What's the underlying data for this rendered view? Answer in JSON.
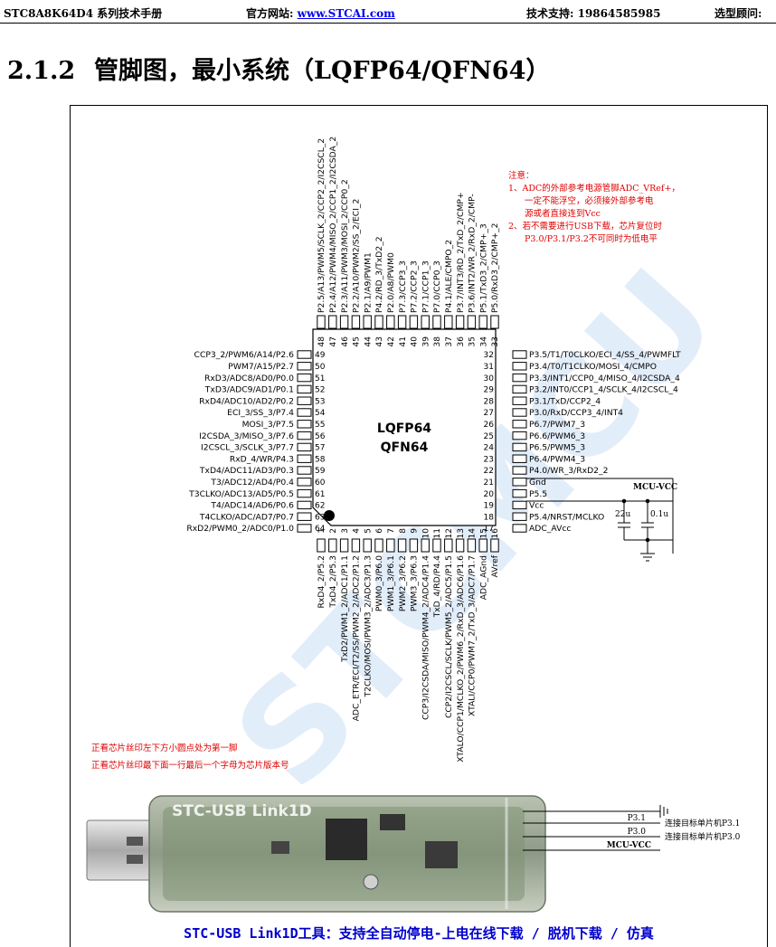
{
  "header": {
    "doc_title": "STC8A8K64D4 系列技术手册",
    "website_label": "官方网站: ",
    "website_url": "www.STCAI.com",
    "support_label": "技术支持: 19864585985",
    "selection_label": "选型顾问:"
  },
  "section": {
    "number": "2.1.2",
    "title": "管脚图，最小系统（LQFP64/QFN64）"
  },
  "chip": {
    "name_line1": "LQFP64",
    "name_line2": "QFN64",
    "left_pins": [
      {
        "num": "49",
        "label": "CCP3_2/PWM6/A14/P2.6"
      },
      {
        "num": "50",
        "label": "PWM7/A15/P2.7"
      },
      {
        "num": "51",
        "label": "RxD3/ADC8/AD0/P0.0"
      },
      {
        "num": "52",
        "label": "TxD3/ADC9/AD1/P0.1"
      },
      {
        "num": "53",
        "label": "RxD4/ADC10/AD2/P0.2"
      },
      {
        "num": "54",
        "label": "ECI_3/SS_3/P7.4"
      },
      {
        "num": "55",
        "label": "MOSI_3/P7.5"
      },
      {
        "num": "56",
        "label": "I2CSDA_3/MISO_3/P7.6"
      },
      {
        "num": "57",
        "label": "I2CSCL_3/SCLK_3/P7.7"
      },
      {
        "num": "58",
        "label": "RxD_4/WR/P4.3"
      },
      {
        "num": "59",
        "label": "TxD4/ADC11/AD3/P0.3"
      },
      {
        "num": "60",
        "label": "T3/ADC12/AD4/P0.4"
      },
      {
        "num": "61",
        "label": "T3CLKO/ADC13/AD5/P0.5"
      },
      {
        "num": "62",
        "label": "T4/ADC14/AD6/P0.6"
      },
      {
        "num": "63",
        "label": "T4CLKO/ADC/AD7/P0.7"
      },
      {
        "num": "64",
        "label": "RxD2/PWM0_2/ADC0/P1.0"
      }
    ],
    "right_pins": [
      {
        "num": "32",
        "label": "P3.5/T1/T0CLKO/ECI_4/SS_4/PWMFLT"
      },
      {
        "num": "31",
        "label": "P3.4/T0/T1CLKO/MOSI_4/CMPO"
      },
      {
        "num": "30",
        "label": "P3.3/INT1/CCP0_4/MISO_4/I2CSDA_4"
      },
      {
        "num": "29",
        "label": "P3.2/INT0/CCP1_4/SCLK_4/I2CSCL_4"
      },
      {
        "num": "28",
        "label": "P3.1/TxD/CCP2_4"
      },
      {
        "num": "27",
        "label": "P3.0/RxD/CCP3_4/INT4"
      },
      {
        "num": "26",
        "label": "P6.7/PWM7_3"
      },
      {
        "num": "25",
        "label": "P6.6/PWM6_3"
      },
      {
        "num": "24",
        "label": "P6.5/PWM5_3"
      },
      {
        "num": "23",
        "label": "P6.4/PWM4_3"
      },
      {
        "num": "22",
        "label": "P4.0/WR_3/RxD2_2"
      },
      {
        "num": "21",
        "label": "Gnd"
      },
      {
        "num": "20",
        "label": "P5.5"
      },
      {
        "num": "19",
        "label": "Vcc"
      },
      {
        "num": "18",
        "label": "P5.4/NRST/MCLKO"
      },
      {
        "num": "17",
        "label": "ADC_AVcc"
      }
    ],
    "top_pins": [
      {
        "num": "48",
        "label": "P2.5/A13/PWM5/SCLK_2/CCP2_2/I2CSCL_2"
      },
      {
        "num": "47",
        "label": "P2.4/A12/PWM4/MISO_2/CCP1_2/I2CSDA_2"
      },
      {
        "num": "46",
        "label": "P2.3/A11/PWM3/MOSI_2/CCP0_2"
      },
      {
        "num": "45",
        "label": "P2.2/A10/PWM2/SS_2/ECI_2"
      },
      {
        "num": "44",
        "label": "P2.1/A9/PWM1"
      },
      {
        "num": "43",
        "label": "P4.2/RD_3/TxD2_2"
      },
      {
        "num": "42",
        "label": "P2.0/A8/PWM0"
      },
      {
        "num": "41",
        "label": "P7.3/CCP3_3"
      },
      {
        "num": "40",
        "label": "P7.2/CCP2_3"
      },
      {
        "num": "39",
        "label": "P7.1/CCP1_3"
      },
      {
        "num": "38",
        "label": "P7.0/CCP0_3"
      },
      {
        "num": "37",
        "label": "P4.1/ALE/CMPO_2"
      },
      {
        "num": "36",
        "label": "P3.7/INT3/RD_2/TxD_2/CMP+"
      },
      {
        "num": "35",
        "label": "P3.6/INT2/WR_2/RxD_2/CMP-"
      },
      {
        "num": "34",
        "label": "P5.1/TxD3_2/CMP+_3"
      },
      {
        "num": "33",
        "label": "P5.0/RxD3_2/CMP+_2"
      }
    ],
    "bottom_pins": [
      {
        "num": "1",
        "label": "RxD4_2/P5.2"
      },
      {
        "num": "2",
        "label": "TxD4_2/P5.3"
      },
      {
        "num": "3",
        "label": "TxD2/PWM1_2/ADC1/P1.1"
      },
      {
        "num": "4",
        "label": "ADC_ETR/ECI/T2/SS/PWM2_2/ADC2/P1.2"
      },
      {
        "num": "5",
        "label": "T2CLKO/MOSI/PWM3_2/ADC3/P1.3"
      },
      {
        "num": "6",
        "label": "PWM0_3/P6.0"
      },
      {
        "num": "7",
        "label": "PWM1_3/P6.1"
      },
      {
        "num": "8",
        "label": "PWM2_3/P6.2"
      },
      {
        "num": "9",
        "label": "PWM3_3/P6.3"
      },
      {
        "num": "10",
        "label": "CCP3/I2CSDA/MISO/PWM4_2/ADC4/P1.4"
      },
      {
        "num": "11",
        "label": "TxD_4/RD/P4.4"
      },
      {
        "num": "12",
        "label": "CCP2/I2CSCL/SCLK/PWM5_2/ADC5/P1.5"
      },
      {
        "num": "13",
        "label": "XTALO/CCP1/MCLKO_2/PWM6_2/RxD_3/ADC6/P1.6"
      },
      {
        "num": "14",
        "label": "XTALI/CCP0/PWM7_2/TxD_3/ADC7/P1.7"
      },
      {
        "num": "15",
        "label": "ADC_AGnd"
      },
      {
        "num": "16",
        "label": "AVref"
      }
    ]
  },
  "notes": {
    "title": "注意：",
    "lines": [
      "1、ADC的外部参考电源管脚ADC_VRef+，",
      "一定不能浮空，必须接外部参考电",
      "源或者直接连到Vcc",
      "2、若不需要进行USB下载，芯片复位时",
      "P3.0/P3.1/P3.2不可同时为低电平"
    ]
  },
  "circuit": {
    "mcu_vcc": "MCU-VCC",
    "cap1": "22u",
    "cap2": "0.1u"
  },
  "red_notes": [
    "正看芯片丝印左下方小圆点处为第一脚",
    "正看芯片丝印最下面一行最后一个字母为芯片版本号"
  ],
  "linker": {
    "device_text": "STC-USB Link1D",
    "pin_p31": "P3.1",
    "pin_p30": "P3.0",
    "pin_vcc": "MCU-VCC",
    "conn_p31": "连接目标单片机P3.1",
    "conn_p30": "连接目标单片机P3.0"
  },
  "caption": "STC-USB Link1D工具：支持全自动停电-上电在线下载 / 脱机下载 / 仿真",
  "colors": {
    "note_red": "#e00000",
    "caption_blue": "#0000cc",
    "link_blue": "#0000ee"
  }
}
